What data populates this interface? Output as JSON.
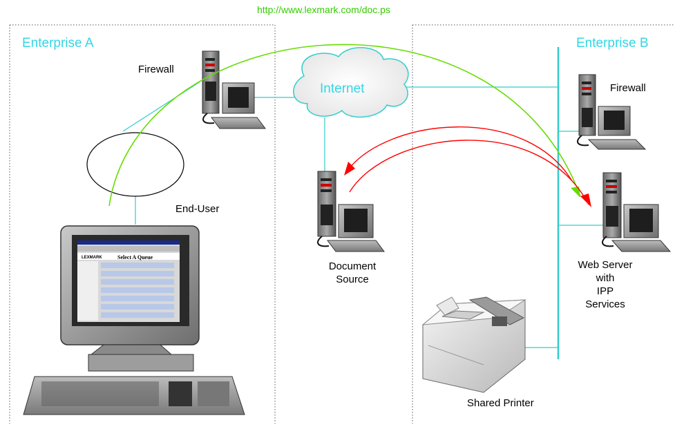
{
  "url_label": "http://www.lexmark.com/doc.ps",
  "enterprise_a": "Enterprise A",
  "enterprise_b": "Enterprise B",
  "internet": "Internet",
  "firewall_a": "Firewall",
  "firewall_b": "Firewall",
  "end_user": "End-User",
  "document_source": [
    "Document",
    "Source"
  ],
  "web_server": [
    "Web Server",
    "with",
    "IPP",
    "Services"
  ],
  "shared_printer": "Shared Printer",
  "screen": {
    "brand": "LEXMARK",
    "title": "Select A Queue"
  },
  "colors": {
    "enterprise_label": "#33d6e6",
    "connection_line": "#33cccc",
    "url_arc": "#66dd00",
    "document_arc": "#ff0000",
    "boundary": "#555555"
  }
}
